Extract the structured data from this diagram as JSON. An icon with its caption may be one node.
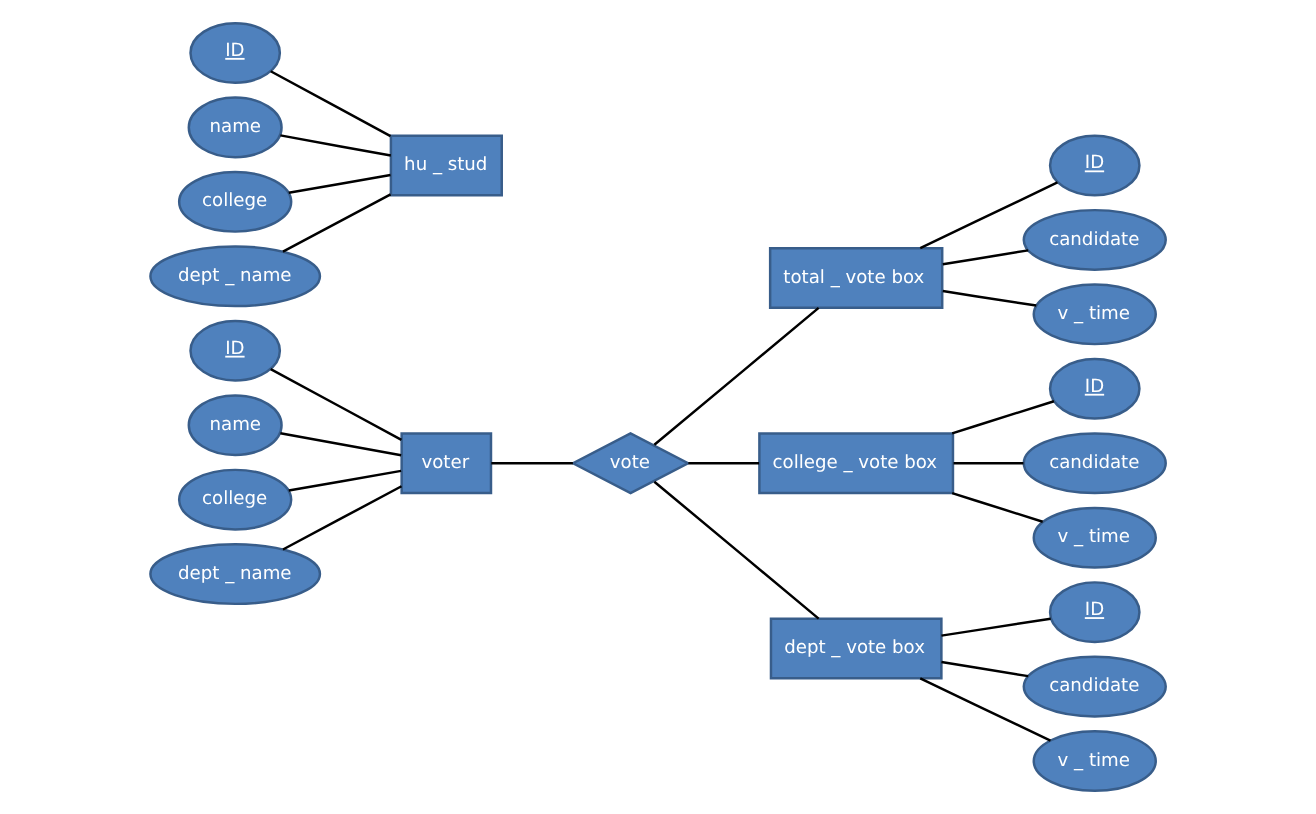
{
  "diagram": {
    "nodes": [
      {
        "text": [
          "ID"
        ]
      },
      {
        "text": [
          "name"
        ]
      },
      {
        "text": [
          "college"
        ]
      },
      {
        "text": [
          "dept _ name"
        ]
      },
      {
        "text": [
          "voter"
        ]
      },
      {
        "text": [
          "ID"
        ]
      },
      {
        "text": [
          "name"
        ]
      },
      {
        "text": [
          "college"
        ]
      },
      {
        "text": [
          "dept _ name"
        ]
      },
      {
        "text": [
          "hu _ stud"
        ]
      },
      {
        "text": [
          "vote"
        ]
      },
      {
        "text": [
          "total _ vote box"
        ]
      },
      {
        "text": [
          "ID"
        ]
      },
      {
        "text": [
          "candidate"
        ]
      },
      {
        "text": [
          "v _ time"
        ]
      },
      {
        "text": [
          "college _ vote box"
        ]
      },
      {
        "text": [
          "ID"
        ]
      },
      {
        "text": [
          "candidate"
        ]
      },
      {
        "text": [
          "v _ time"
        ]
      },
      {
        "text": [
          "dept _ vote box"
        ]
      },
      {
        "text": [
          "ID"
        ]
      },
      {
        "text": [
          "candidate"
        ]
      },
      {
        "text": [
          "v _ time"
        ]
      }
    ],
    "edges": [
      {
        "from": 0,
        "to": 4,
        "arrow": "none"
      },
      {
        "from": 1,
        "to": 4,
        "arrow": "none"
      },
      {
        "from": 2,
        "to": 4,
        "arrow": "none"
      },
      {
        "from": 3,
        "to": 4,
        "arrow": "none"
      },
      {
        "from": 5,
        "to": 9,
        "arrow": "none"
      },
      {
        "from": 6,
        "to": 9,
        "arrow": "none"
      },
      {
        "from": 7,
        "to": 9,
        "arrow": "none"
      },
      {
        "from": 8,
        "to": 9,
        "arrow": "none"
      },
      {
        "from": 4,
        "to": 10,
        "arrow": "none"
      },
      {
        "from": 10,
        "to": 11,
        "arrow": "none"
      },
      {
        "from": 10,
        "to": 15,
        "arrow": "none"
      },
      {
        "from": 10,
        "to": 19,
        "arrow": "none"
      },
      {
        "from": 11,
        "to": 12,
        "arrow": "none"
      },
      {
        "from": 11,
        "to": 13,
        "arrow": "none"
      },
      {
        "from": 11,
        "to": 14,
        "arrow": "none"
      },
      {
        "from": 15,
        "to": 16,
        "arrow": "none"
      },
      {
        "from": 15,
        "to": 17,
        "arrow": "none"
      },
      {
        "from": 15,
        "to": 18,
        "arrow": "none"
      },
      {
        "from": 19,
        "to": 20,
        "arrow": "none"
      },
      {
        "from": 19,
        "to": 21,
        "arrow": "none"
      },
      {
        "from": 19,
        "to": 22,
        "arrow": "none"
      }
    ]
  }
}
